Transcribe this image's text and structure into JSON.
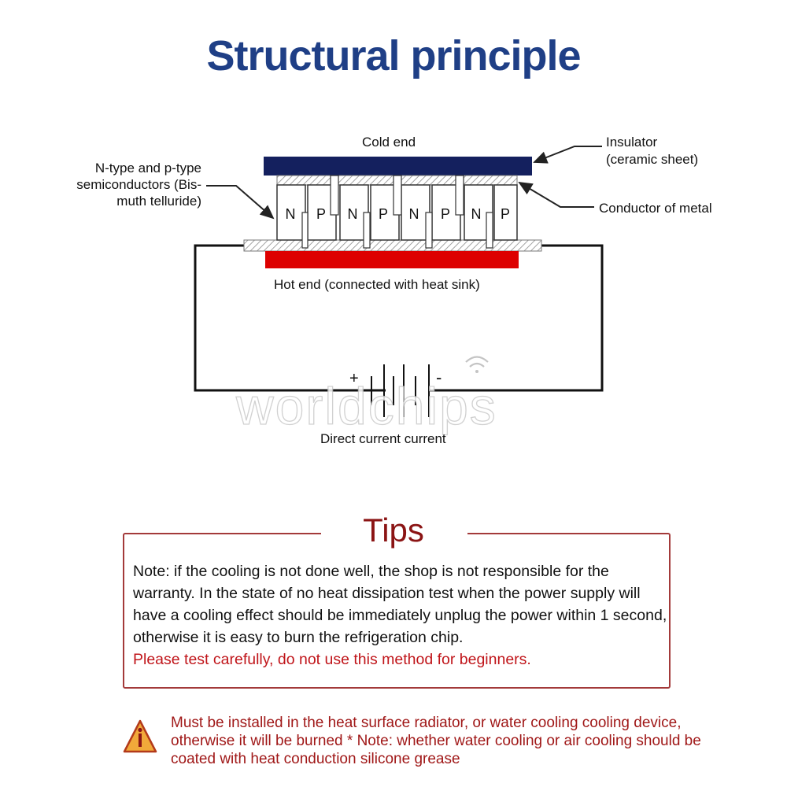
{
  "title": "Structural principle",
  "diagram": {
    "cold_end": "Cold end",
    "insulator_line1": "Insulator",
    "insulator_line2": "(ceramic sheet)",
    "semis_line1": "N-type and p-type",
    "semis_line2": "semiconductors (Bis-",
    "semis_line3": "muth telluride)",
    "conductor": "Conductor of metal",
    "hot_end": "Hot end (connected with heat sink)",
    "dc": "Direct current current",
    "plus": "+",
    "minus": "-",
    "legs": [
      "N",
      "P",
      "N",
      "P",
      "N",
      "P",
      "N",
      "P"
    ],
    "colors": {
      "cold_plate": "#14205e",
      "hot_plate": "#dd0000",
      "title": "#1f3f86"
    }
  },
  "watermark": "worldchips",
  "tips": {
    "title": "Tips",
    "body": "Note: if the cooling is not done well, the shop is not responsible for the warranty. In the state of no heat dissipation test when the power supply will have a cooling effect should be immediately unplug the power within 1 second, otherwise it is easy to burn the refrigeration chip.",
    "warning_line": "Please test carefully, do not use this method for beginners."
  },
  "warning": {
    "icon": "warning-triangle-icon",
    "text": "Must be installed in the heat surface radiator, or water cooling cooling device, otherwise it will be burned * Note: whether water cooling or air cooling should be coated with heat conduction silicone grease"
  }
}
